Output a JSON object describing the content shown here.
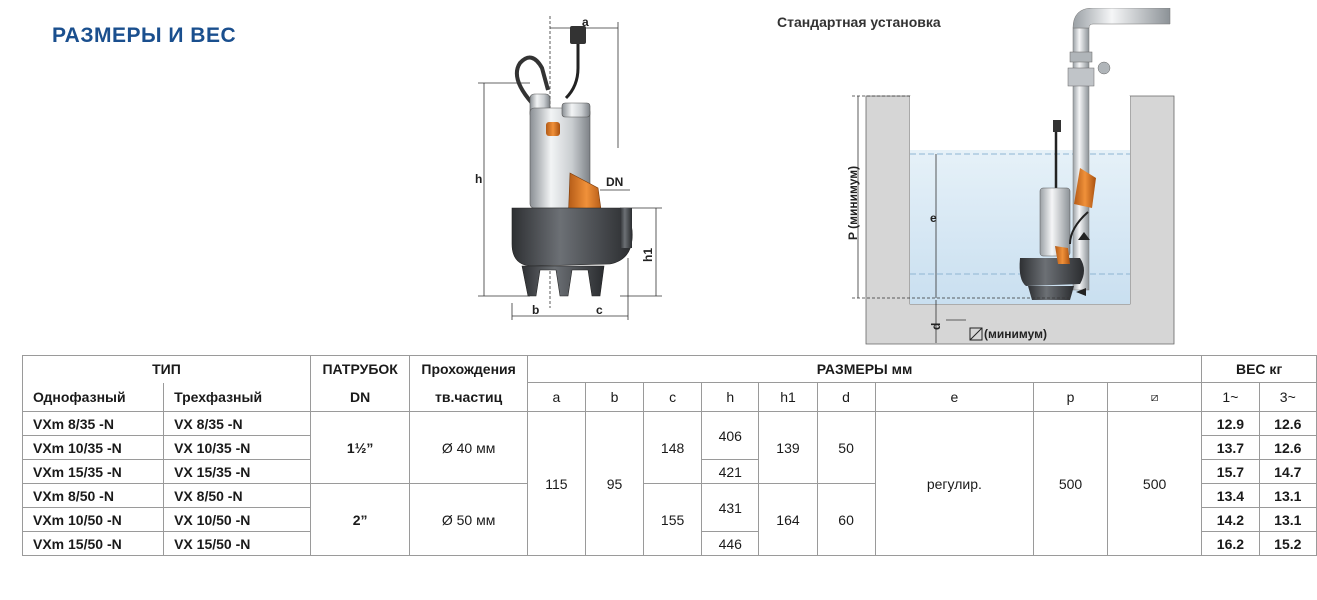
{
  "heading": "РАЗМЕРЫ И ВЕС",
  "installation_title": "Стандартная установка",
  "pump_dims": {
    "a": "a",
    "h": "h",
    "dn": "DN",
    "h1": "h1",
    "b": "b",
    "c": "c"
  },
  "install_dims": {
    "p": "P (минимум)",
    "e": "e",
    "d": "d",
    "square": "(минимум)"
  },
  "table": {
    "group_type": "ТИП",
    "single_phase": "Однофазный",
    "three_phase": "Трехфазный",
    "outlet": "ПАТРУБОК",
    "outlet_dn": "DN",
    "passage_1": "Прохождения",
    "passage_2": "тв.частиц",
    "dimensions": "РАЗМЕРЫ мм",
    "weight": "ВЕС кг",
    "col_a": "a",
    "col_b": "b",
    "col_c": "c",
    "col_h": "h",
    "col_h1": "h1",
    "col_d": "d",
    "col_e": "e",
    "col_p": "p",
    "col_sq": "⧄",
    "w1": "1~",
    "w3": "3~",
    "models": [
      {
        "m1": "VXm 8/35   -N",
        "m3": "VX 8/35   -N",
        "w1": "12.9",
        "w3": "12.6"
      },
      {
        "m1": "VXm 10/35 -N",
        "m3": "VX 10/35 -N",
        "w1": "13.7",
        "w3": "12.6"
      },
      {
        "m1": "VXm 15/35 -N",
        "m3": "VX 15/35 -N",
        "w1": "15.7",
        "w3": "14.7"
      },
      {
        "m1": "VXm 8/50   -N",
        "m3": "VX 8/50   -N",
        "w1": "13.4",
        "w3": "13.1"
      },
      {
        "m1": "VXm 10/50 -N",
        "m3": "VX 10/50 -N",
        "w1": "14.2",
        "w3": "13.1"
      },
      {
        "m1": "VXm 15/50 -N",
        "m3": "VX 15/50 -N",
        "w1": "16.2",
        "w3": "15.2"
      }
    ],
    "groups": [
      {
        "dn": "1½”",
        "passage": "Ø 40 мм",
        "c": "148",
        "h_a": "406",
        "h_b": "421",
        "h1": "139",
        "d": "50"
      },
      {
        "dn": "2”",
        "passage": "Ø 50 мм",
        "c": "155",
        "h_a": "431",
        "h_b": "446",
        "h1": "164",
        "d": "60"
      }
    ],
    "a": "115",
    "b": "95",
    "e": "регулир.",
    "p": "500",
    "sq": "500"
  }
}
